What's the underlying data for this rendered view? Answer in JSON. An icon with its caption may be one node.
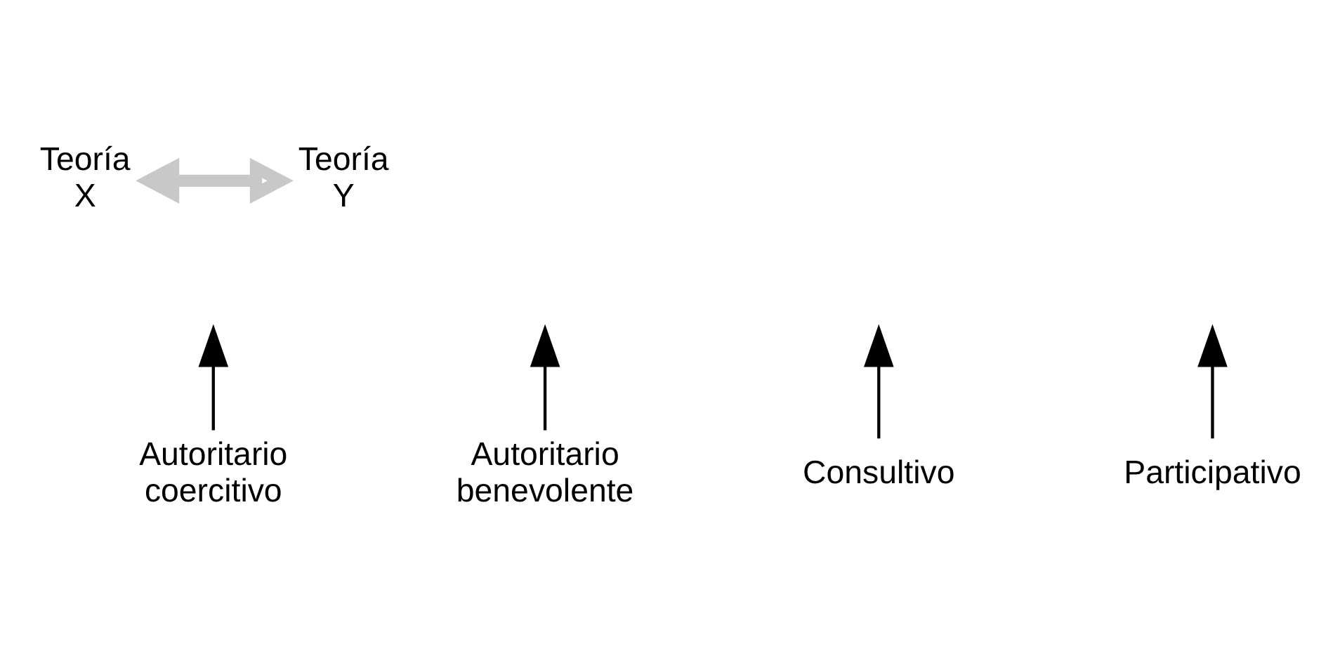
{
  "diagram": {
    "nodes": [
      {
        "text": [
          "Teoría X"
        ]
      },
      {
        "text": [
          "Teoría Y"
        ]
      },
      {
        "text": [
          "Autoritario coercitivo"
        ]
      },
      {
        "text": [
          "Autoritario benevolente"
        ]
      },
      {
        "text": [
          "Consultivo"
        ]
      },
      {
        "text": [
          "Participativo"
        ]
      }
    ],
    "edges": [
      {
        "from": 0,
        "to": 1,
        "arrow": "both",
        "style": "thick",
        "color": "#c8c8c8"
      },
      {
        "from": 2,
        "to": null,
        "arrow": "to"
      },
      {
        "from": 3,
        "to": null,
        "arrow": "to"
      },
      {
        "from": 4,
        "to": null,
        "arrow": "to"
      },
      {
        "from": 5,
        "to": null,
        "arrow": "to"
      }
    ]
  }
}
